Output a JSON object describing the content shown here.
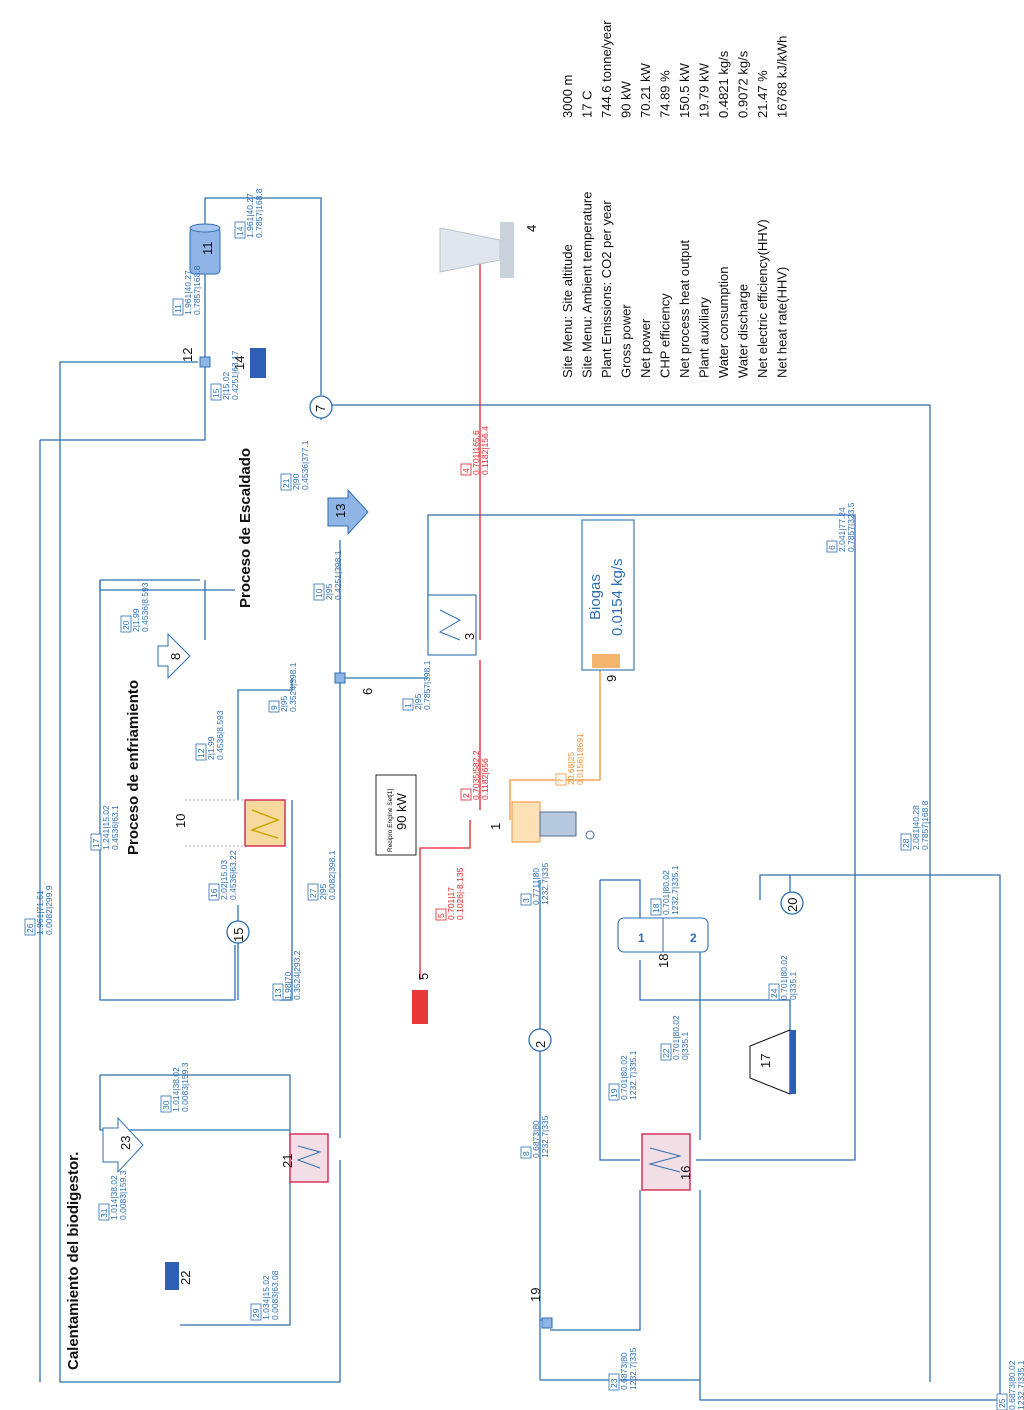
{
  "sections": {
    "escaldado": "Proceso de Escaldado",
    "enfriamiento": "Proceso de enfriamiento",
    "biodigestor": "Calentamiento del biodigestor."
  },
  "engine": {
    "label": "Recipro Engine Set[1]",
    "power": "90 kW"
  },
  "biogas": {
    "label": "Biogas",
    "flow": "0.0154 kg/s"
  },
  "summary": [
    {
      "label": "Site Menu: Site altitude",
      "value": "3000 m"
    },
    {
      "label": "Site Menu: Ambient temperature",
      "value": "17 C"
    },
    {
      "label": "Plant Emissions: CO2 per year",
      "value": "744.6 tonne/year"
    },
    {
      "label": "Gross power",
      "value": "90 kW"
    },
    {
      "label": "Net power",
      "value": "70.21 kW"
    },
    {
      "label": "CHP efficiency",
      "value": "74.89 %"
    },
    {
      "label": "Net process heat output",
      "value": "150.5 kW"
    },
    {
      "label": "Plant auxiliary",
      "value": "19.79 kW"
    },
    {
      "label": "Water consumption",
      "value": "0.4821 kg/s"
    },
    {
      "label": "Water discharge",
      "value": "0.9072 kg/s"
    },
    {
      "label": "Net electric efficiency(HHV)",
      "value": "21.47 %"
    },
    {
      "label": "Net heat rate(HHV)",
      "value": "16768 kJ/kWh"
    }
  ],
  "units": {
    "u1": "1",
    "u2": "2",
    "u3": "3",
    "u4": "4",
    "u5": "5",
    "u6": "6",
    "u7": "7",
    "u8": "8",
    "u9": "9",
    "u10": "10",
    "u11": "11",
    "u12": "12",
    "u13": "13",
    "u14": "14",
    "u15": "15",
    "u16": "16",
    "u17": "17",
    "u18": "18",
    "u19": "19",
    "u20": "20",
    "u21": "21",
    "u22": "22",
    "u23": "23",
    "hx1": "1",
    "hx2": "2"
  },
  "streams": {
    "s1": {
      "id": "1",
      "a": "2|95",
      "b": "0.7857|398.1"
    },
    "s2": {
      "id": "2",
      "a": "0.7035|582.2",
      "b": "0.1182|656"
    },
    "s3": {
      "id": "3",
      "a": "0.7711|80",
      "b": "1232.7|335"
    },
    "s4": {
      "id": "4",
      "a": "0.701|165.6",
      "b": "0.1182|156.4"
    },
    "s5": {
      "id": "5",
      "a": "0.701|17",
      "b": "0.1026|-8.135"
    },
    "s6": {
      "id": "6",
      "a": "2.041|77.24",
      "b": "0.7857|323.5"
    },
    "s7": {
      "id": "7",
      "a": "20.68|25",
      "b": "0.0156|18691"
    },
    "s8": {
      "id": "8",
      "a": "0.6873|80",
      "b": "1232.7|335"
    },
    "s9": {
      "id": "9",
      "a": "2|95",
      "b": "0.3524|398.1"
    },
    "s10": {
      "id": "10",
      "a": "2|95",
      "b": "0.4251|398.1"
    },
    "s11": {
      "id": "11",
      "a": "1.961|40.27",
      "b": "0.7857|168.8"
    },
    "s12": {
      "id": "12",
      "a": "2|1.99",
      "b": "0.4536|8.593"
    },
    "s13": {
      "id": "13",
      "a": "1.98|70",
      "b": "0.3524|293.2"
    },
    "s14": {
      "id": "14",
      "a": "1.961|40.27",
      "b": "0.7857|168.8"
    },
    "s15": {
      "id": "15",
      "a": "2|15.02",
      "b": "0.4251|63.17"
    },
    "s16": {
      "id": "16",
      "a": "2.02|15.03",
      "b": "0.4536|63.22"
    },
    "s17": {
      "id": "17",
      "a": "1.241|15.02",
      "b": "0.4536|63.1"
    },
    "s18": {
      "id": "18",
      "a": "0.701|80.02",
      "b": "1232.7|335.1"
    },
    "s19": {
      "id": "19",
      "a": "0.701|80.02",
      "b": "1232.7|335.1"
    },
    "s20": {
      "id": "20",
      "a": "2|1.99",
      "b": "0.4536|8.593"
    },
    "s21": {
      "id": "21",
      "a": "2|90",
      "b": "0.4536|377.1"
    },
    "s22": {
      "id": "22",
      "a": "0.701|80.02",
      "b": "0|335.1"
    },
    "s23": {
      "id": "23",
      "a": "0.6873|80",
      "b": "1232.7|335"
    },
    "s24": {
      "id": "24",
      "a": "0.701|80.02",
      "b": "0|335.1"
    },
    "s25": {
      "id": "25",
      "a": "0.6873|80.02",
      "b": "1232.7|335.1"
    },
    "s26": {
      "id": "26",
      "a": "1.961|71.61",
      "b": "0.0082|299.9"
    },
    "s27": {
      "id": "27",
      "a": "2|95",
      "b": "0.0082|398.1"
    },
    "s28": {
      "id": "28",
      "a": "2.081|40.28",
      "b": "0.7857|168.8"
    },
    "s29": {
      "id": "29",
      "a": "1.034|15.02",
      "b": "0.0083|63.08"
    },
    "s30": {
      "id": "30",
      "a": "1.014|38.02",
      "b": "0.0083|159.3"
    },
    "s31": {
      "id": "31",
      "a": "1.014|38.02",
      "b": "0.0083|159.3"
    }
  },
  "colors": {
    "water": "#2f6fb0",
    "exhaust": "#e0242c",
    "fuel": "#f0923a",
    "hx_border": "#d4264f",
    "source": "#2d5fb5",
    "sink_red": "#e83a3a",
    "fuel_box": "#f3b56e"
  }
}
